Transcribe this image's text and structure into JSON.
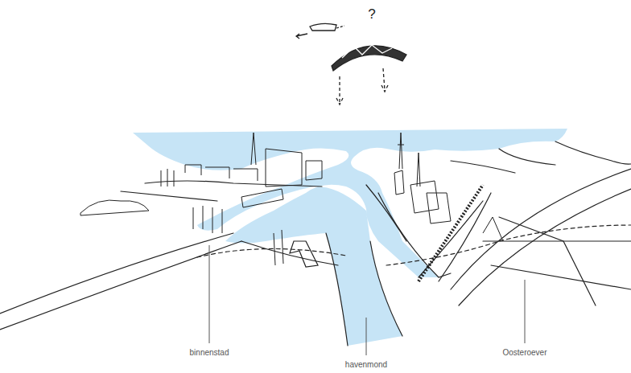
{
  "diagram": {
    "labels": [
      "?",
      "binnenstad",
      "havenmond",
      "Oosteroever"
    ]
  }
}
